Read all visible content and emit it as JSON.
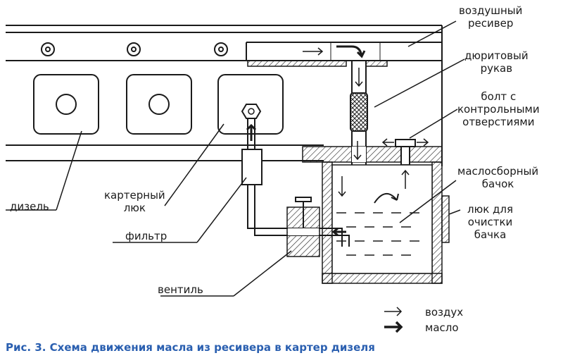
{
  "labels": {
    "receiver": [
      "воздушный",
      "ресивер"
    ],
    "hose": [
      "дюритовый",
      "рукав"
    ],
    "bolt": [
      "болт с",
      "контрольными",
      "отверстиями"
    ],
    "tank": [
      "маслосборный",
      "бачок"
    ],
    "hatch_tank": [
      "люк для",
      "очистки",
      "бачка"
    ],
    "diesel": "дизель",
    "crankcase_hatch": [
      "картерный",
      "люк"
    ],
    "filter": "фильтр",
    "valve": "вентиль"
  },
  "legend": {
    "air": "воздух",
    "oil": "масло"
  },
  "caption": "Рис. 3. Схема движения масла из ресивера в картер дизеля"
}
